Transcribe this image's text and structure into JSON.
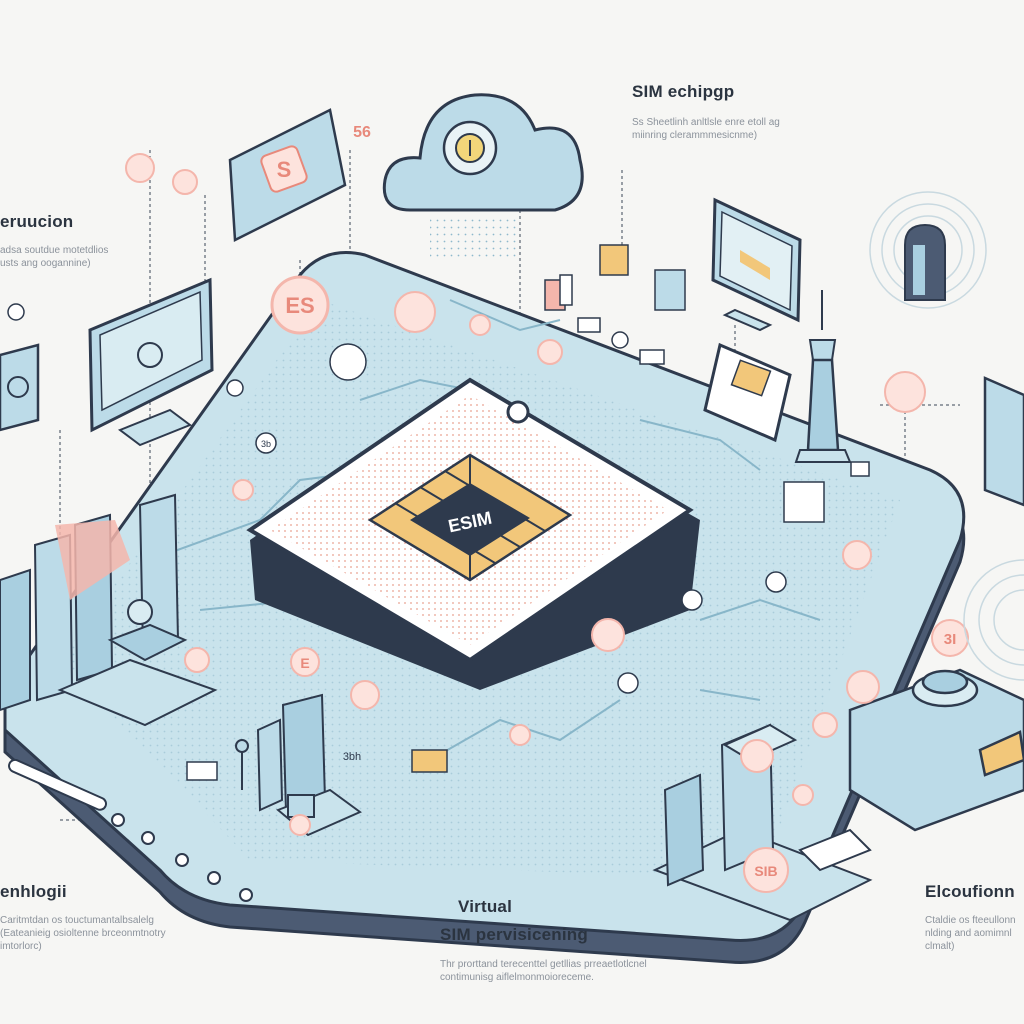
{
  "chip": {
    "label": "ESIM"
  },
  "labels": {
    "top_right_title": "SIM echipgp",
    "top_right_desc": "Ss Sheetlinh anltlsle enre etoll ag\nmiinring clerammmesicnme)",
    "left_title": "eruucion",
    "left_desc": "adsa soutdue motetdlios\nusts ang oogannine)",
    "bottom_left_title": "enhlogii",
    "bottom_left_desc": "Caritmtdan os touctumantalbsalelg\n(Eateanieig osioltenne brceonmtnotry\nimtorlorc)",
    "center_title_1": "Virtual",
    "center_title_2": "SIM pervisicening",
    "center_desc": "Thr prorttand terecenttel getllias prreaetlotlcnel\ncontimunisg aiflelmonmoioreceme.",
    "bottom_right_title": "Elcoufionn",
    "bottom_right_desc": "Ctaldie os fteeullonn\nnlding and aomimnl\nclmalt)"
  },
  "badges": {
    "es": "ES",
    "fifty_six": "56",
    "three_b": "3b",
    "three_bh": "3bh",
    "e": "E",
    "three_one": "3I",
    "sib": "SIB"
  },
  "colors": {
    "board_top": "#c9e3ec",
    "board_side": "#4c5b73",
    "outline": "#2e3a4d",
    "accent": "#f4b6ac",
    "chip_gold": "#f2c77a",
    "light_blue": "#bcdbe8",
    "building": "#a9cfe0"
  },
  "icons": [
    "cloud-icon",
    "lock-icon",
    "fingerprint-icon",
    "chip-icon",
    "monitor-icon",
    "tower-icon",
    "building-icon"
  ]
}
